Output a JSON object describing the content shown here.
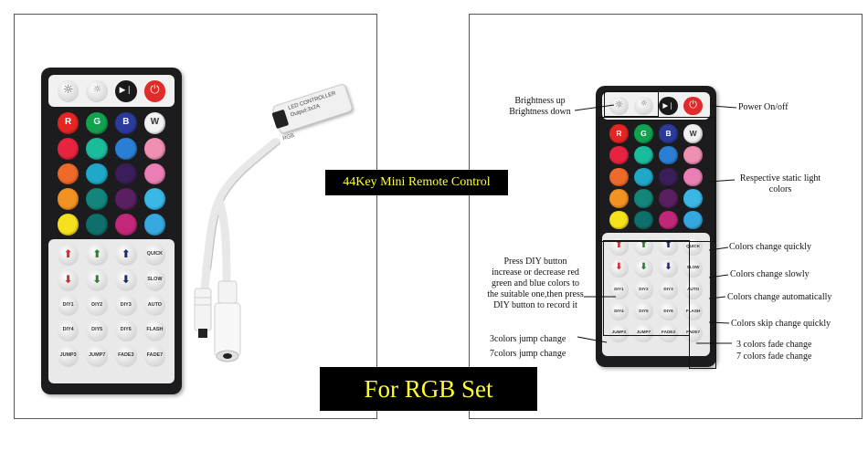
{
  "left_panel": {
    "title": "44Key Mini Remote Control",
    "controller": {
      "line1": "LED CONTROLLER",
      "line2": "Output:3x2A",
      "side_mark": "RGB"
    }
  },
  "bottom_banner": {
    "text": "For RGB Set"
  },
  "remote": {
    "top_row": [
      "brightness-up-icon",
      "brightness-down-icon",
      "play-pause-icon",
      "power-icon"
    ],
    "letter_labels": [
      "R",
      "G",
      "B",
      "W"
    ],
    "color_rows": [
      [
        "#e52521",
        "#11a24f",
        "#2b3b9b",
        "#f2f2f2"
      ],
      [
        "#e7233f",
        "#1abc9c",
        "#2a7fd4",
        "#ef8fb2"
      ],
      [
        "#ee6a2a",
        "#1fa8c8",
        "#3a1e5a",
        "#ea7fb5"
      ],
      [
        "#f29223",
        "#14857a",
        "#5a1f60",
        "#3bb7e5"
      ],
      [
        "#f6e21c",
        "#0f6f6a",
        "#c2277a",
        "#35a8df"
      ]
    ],
    "arrow_rows": [
      {
        "arrows": [
          "up",
          "up",
          "up"
        ],
        "colors": [
          "#d32f2f",
          "#2e7d32",
          "#1f2a6b"
        ],
        "side": "QUICK"
      },
      {
        "arrows": [
          "down",
          "down",
          "down"
        ],
        "colors": [
          "#d32f2f",
          "#2e7d32",
          "#1f2a6b"
        ],
        "side": "SLOW"
      }
    ],
    "text_rows": [
      [
        "DIY1",
        "DIY2",
        "DIY3",
        "AUTO"
      ],
      [
        "DIY4",
        "DIY5",
        "DIY6",
        "FLASH"
      ],
      [
        "JUMP3",
        "JUMP7",
        "FADE3",
        "FADE7"
      ]
    ]
  },
  "annotations": {
    "brightness": [
      "Brightness up",
      "Brightness down"
    ],
    "power": "Power On/off",
    "static": [
      "Respective static light",
      "colors"
    ],
    "quick": "Colors change quickly",
    "slow": "Colors change slowly",
    "auto": "Colors change automatically",
    "flash": "Colors skip change quickly",
    "diy": [
      "Press DIY button",
      "increase or decrease red",
      "green and blue colors to",
      "the suitable one,then press",
      "DIY button to record it"
    ],
    "jump": [
      "3colors jump change",
      "7colors jump change"
    ],
    "fade": [
      "3 colors fade change",
      "7 colors fade change"
    ]
  }
}
